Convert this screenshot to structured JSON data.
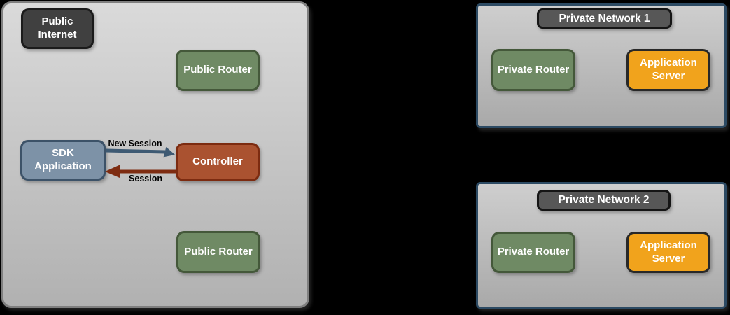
{
  "colors": {
    "canvas_bg": "#000000",
    "zone_border": "#7f7f7f",
    "zone_fill_top": "#dadada",
    "zone_fill_bottom": "#b1b1b1",
    "pn_border": "#2c4a63",
    "pn_fill_top": "#cecece",
    "pn_fill_bottom": "#a9a9a9",
    "dark_fill": "#404040",
    "dark_border": "#1b1b1b",
    "titlebar_fill": "#575757",
    "titlebar_border": "#151515",
    "green_fill": "#6f8a64",
    "green_border": "#44583a",
    "blue_fill": "#7d92a7",
    "blue_border": "#3c5268",
    "rust_fill": "#aa5230",
    "rust_border": "#7c2b10",
    "orange_fill": "#f1a31c",
    "orange_border": "#282828",
    "arrow_blue": "#3e5a73",
    "arrow_red": "#7e2c11",
    "node_text": "#ffffff",
    "arrow_label_text": "#000000"
  },
  "zones": {
    "public": {
      "label": "Public Internet",
      "nodes": {
        "router_top": "Public Router",
        "sdk": "SDK Application",
        "controller": "Controller",
        "router_bottom": "Public Router"
      },
      "arrows": {
        "new_session": "New Session",
        "session": "Session"
      }
    },
    "private1": {
      "title": "Private Network 1",
      "nodes": {
        "router": "Private Router",
        "server": "Application Server"
      }
    },
    "private2": {
      "title": "Private Network 2",
      "nodes": {
        "router": "Private Router",
        "server": "Application Server"
      }
    }
  }
}
